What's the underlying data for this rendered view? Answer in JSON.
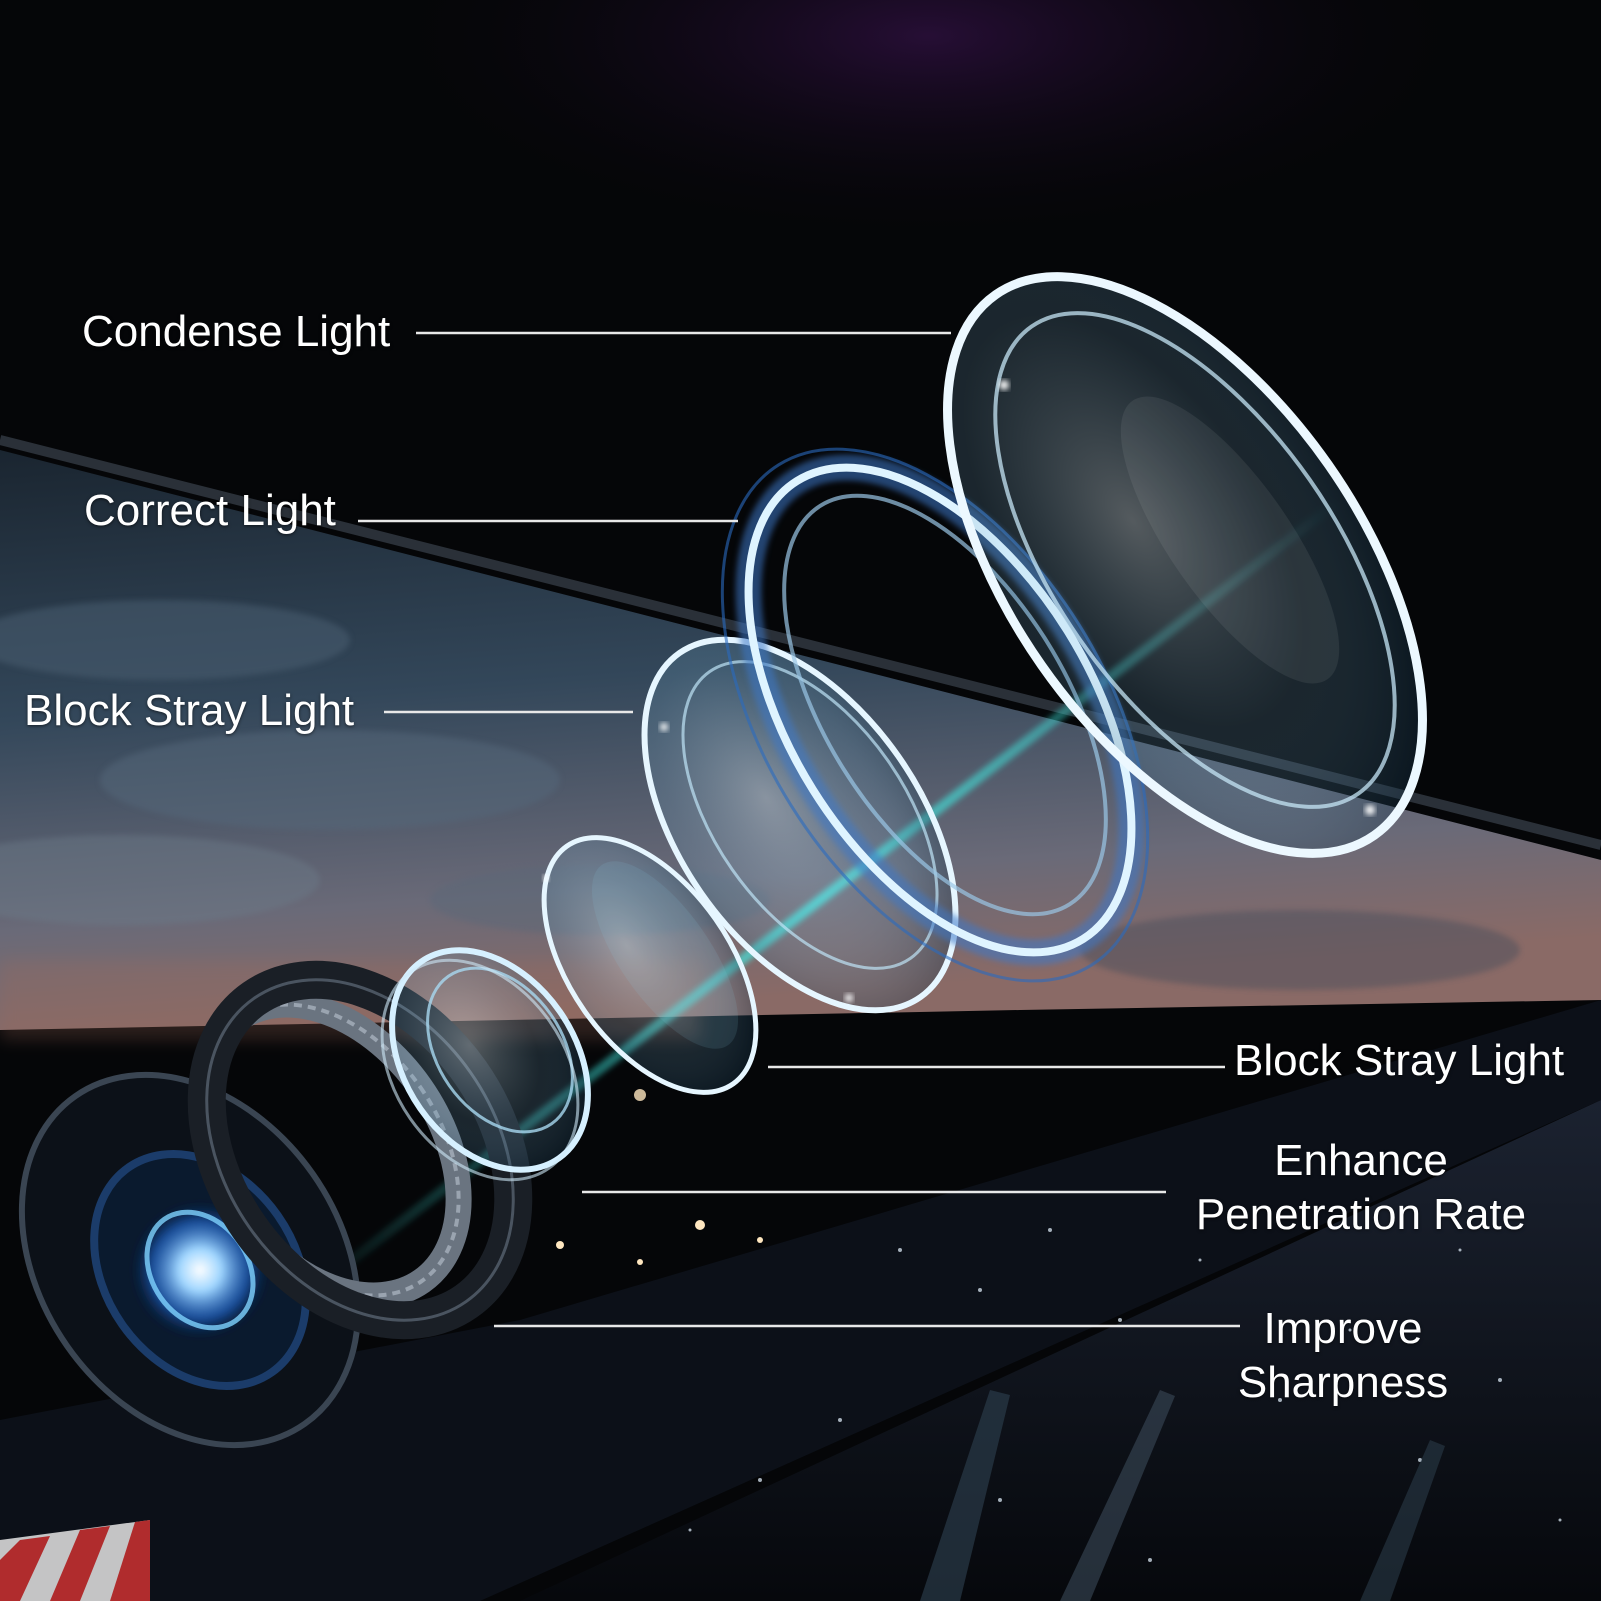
{
  "callouts": {
    "condense_light": "Condense Light",
    "correct_light": "Correct Light",
    "block_stray_light_left": "Block Stray Light",
    "block_stray_light_right": "Block Stray Light",
    "enhance_penetration_rate": [
      "Enhance",
      "Penetration Rate"
    ],
    "improve_sharpness": [
      "Improve",
      "Sharpness"
    ]
  },
  "colors": {
    "background": "#050608",
    "sky": "#2a3a4a",
    "lens_glow": "#bfe8ff",
    "light_beam": "#3ff0e6",
    "label_text": "#ffffff"
  },
  "icons": {
    "camera_body": "camera-lens-barrel-illustration"
  }
}
